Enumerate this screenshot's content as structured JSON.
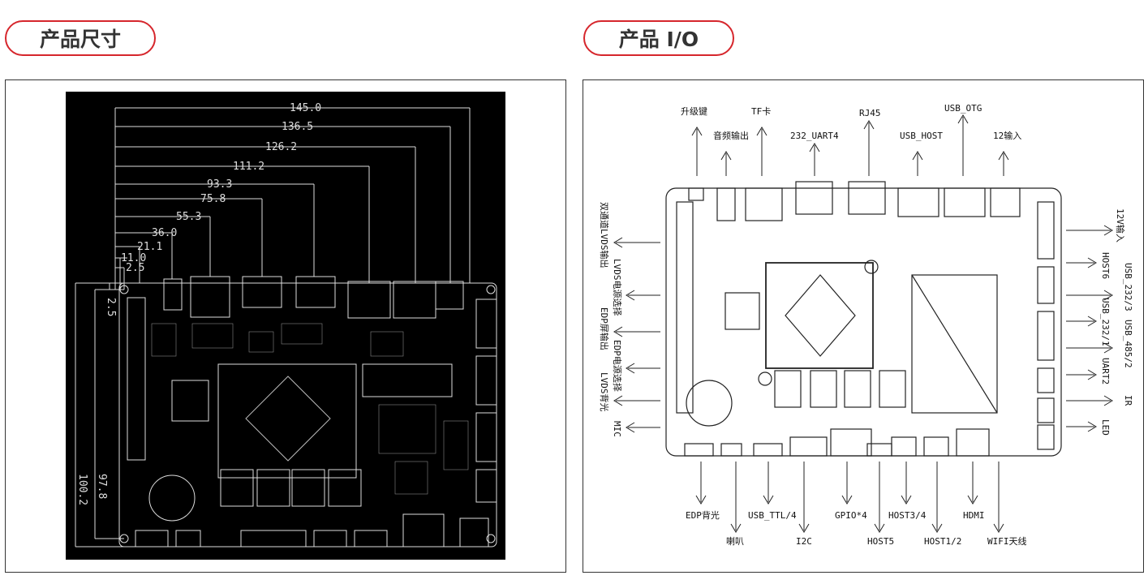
{
  "sections": {
    "dimensions_title": "产品尺寸",
    "io_title": "产品 I/O"
  },
  "dimensions": {
    "horizontal": [
      "145.0",
      "136.5",
      "126.2",
      "111.2",
      "93.3",
      "75.8",
      "55.3",
      "36.0",
      "21.1",
      "11.0",
      "2.5"
    ],
    "vertical": [
      "2.5",
      "97.8",
      "100.2"
    ]
  },
  "io": {
    "top": [
      "升级键",
      "音频输出",
      "TF卡",
      "232_UART4",
      "RJ45",
      "USB_HOST",
      "USB_OTG",
      "12输入"
    ],
    "left": [
      "双通道LVDS输出",
      "LVDS电源选择",
      "EDP屏输出",
      "EDP电源选择",
      "LVDS背光",
      "MIC"
    ],
    "right": [
      "12V输入",
      "HOST6",
      "USB_232/3",
      "USB_232/1",
      "USB_485/2",
      "UART2",
      "IR",
      "LED"
    ],
    "bottom": [
      "EDP背光",
      "喇叭",
      "USB_TTL/4",
      "I2C",
      "GPIO*4",
      "HOST5",
      "HOST3/4",
      "HOST1/2",
      "HDMI",
      "WIFI天线"
    ]
  },
  "colors": {
    "accent": "#d6262c",
    "board_bg": "#000000"
  }
}
